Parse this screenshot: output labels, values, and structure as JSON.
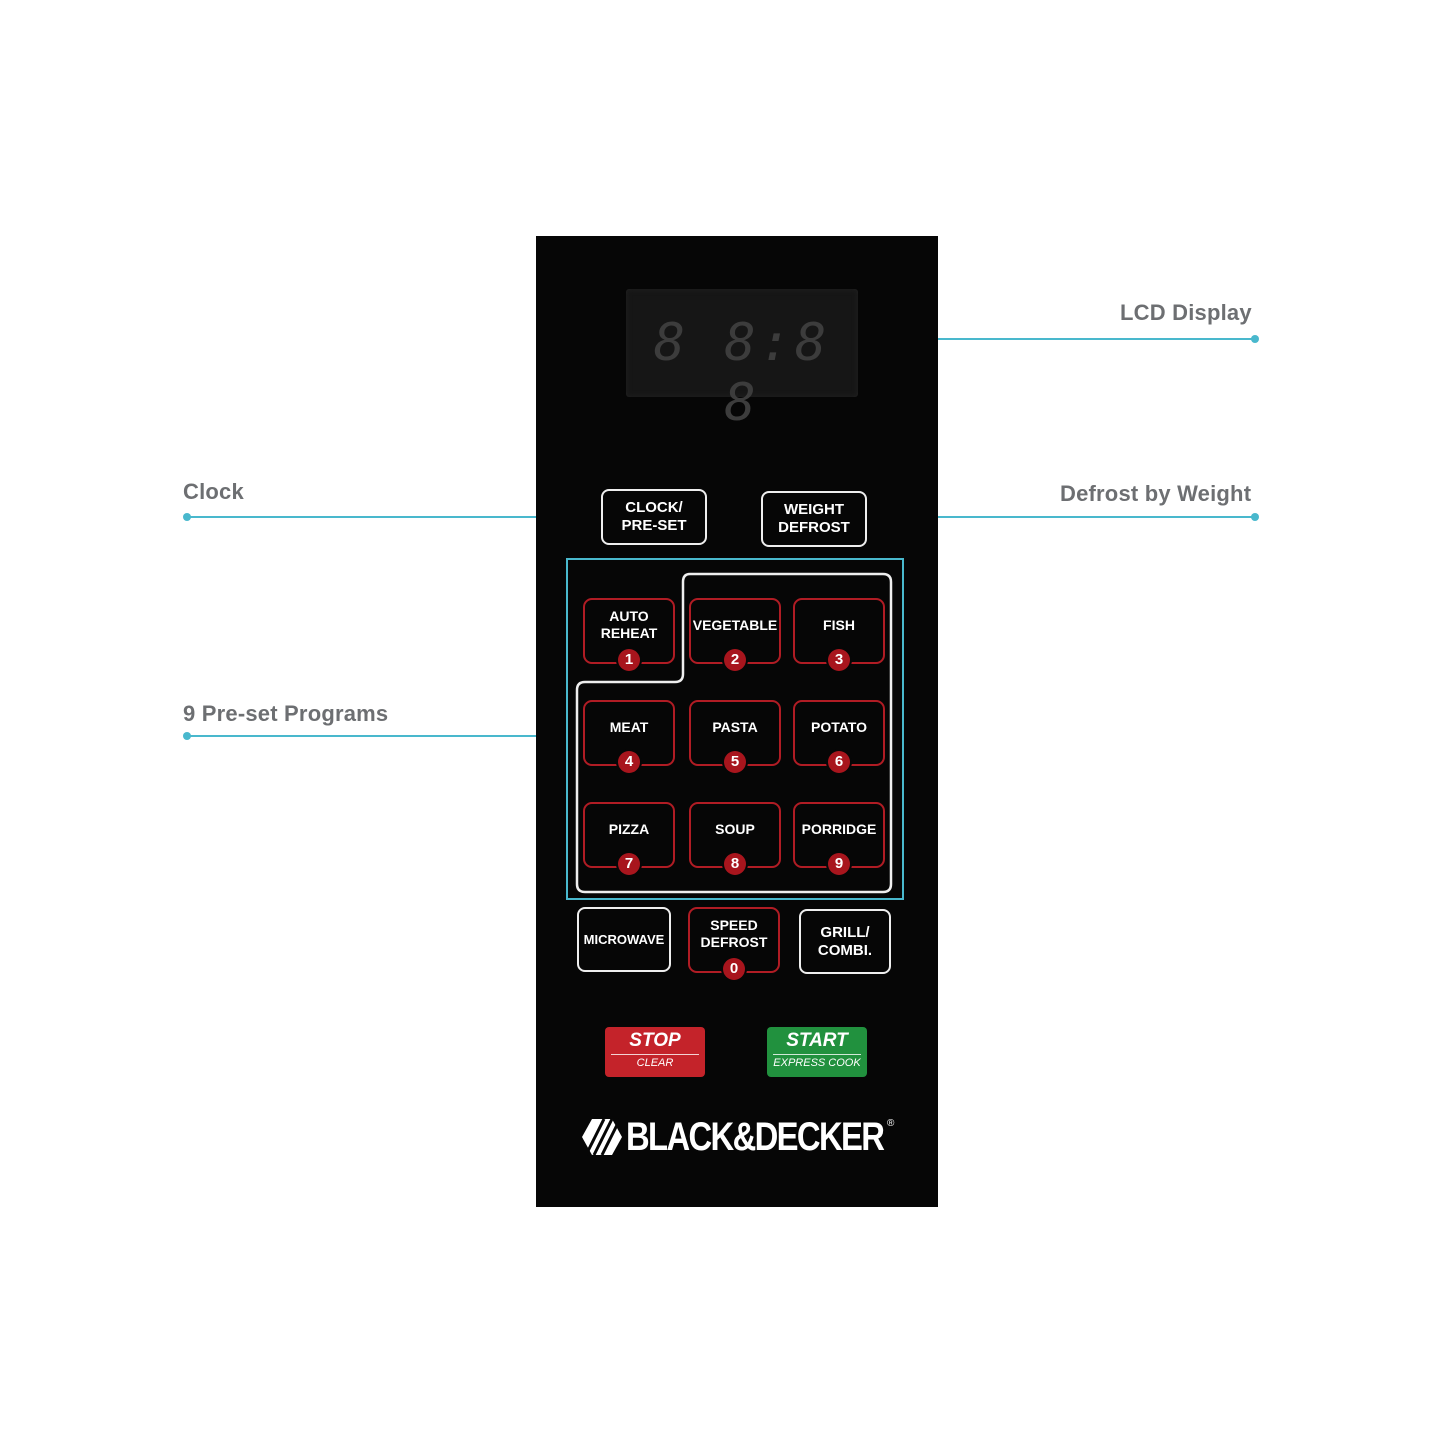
{
  "callouts": {
    "lcd": "LCD Display",
    "clock": "Clock",
    "defrost": "Defrost by Weight",
    "programs": "9 Pre-set Programs"
  },
  "display": {
    "readout": "8 8:8 8"
  },
  "keys": {
    "clock": [
      "CLOCK/",
      "PRE-SET"
    ],
    "weight_defrost": [
      "WEIGHT",
      "DEFROST"
    ],
    "microwave": "MICROWAVE",
    "speed_defrost": {
      "label": [
        "SPEED",
        "DEFROST"
      ],
      "num": "0"
    },
    "grill": [
      "GRILL/",
      "COMBI."
    ]
  },
  "programs": [
    {
      "label": [
        "AUTO",
        "REHEAT"
      ],
      "num": "1"
    },
    {
      "label": [
        "VEGETABLE"
      ],
      "num": "2"
    },
    {
      "label": [
        "FISH"
      ],
      "num": "3"
    },
    {
      "label": [
        "MEAT"
      ],
      "num": "4"
    },
    {
      "label": [
        "PASTA"
      ],
      "num": "5"
    },
    {
      "label": [
        "POTATO"
      ],
      "num": "6"
    },
    {
      "label": [
        "PIZZA"
      ],
      "num": "7"
    },
    {
      "label": [
        "SOUP"
      ],
      "num": "8"
    },
    {
      "label": [
        "PORRIDGE"
      ],
      "num": "9"
    }
  ],
  "stop": {
    "main": "STOP",
    "sub": "CLEAR"
  },
  "start": {
    "main": "START",
    "sub": "EXPRESS COOK"
  },
  "brand": {
    "name": "BLACK&DECKER",
    "reg": "®"
  },
  "colors": {
    "accent": "#49b8cd",
    "key_red": "#b01c24",
    "stop": "#c4232a",
    "start": "#21913e"
  }
}
